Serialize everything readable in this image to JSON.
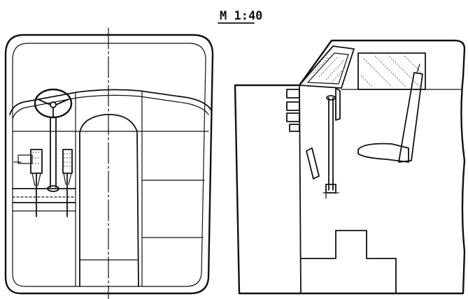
{
  "drawing": {
    "scale_label": "M  1:40",
    "views": [
      "front-view",
      "side-view"
    ]
  }
}
